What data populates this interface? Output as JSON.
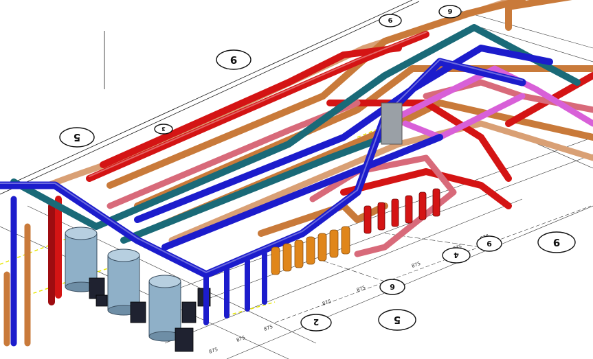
{
  "grid_bubbles": [
    {
      "label": "9"
    },
    {
      "label": "5"
    },
    {
      "label": "9"
    },
    {
      "label": "5"
    },
    {
      "label": "9"
    },
    {
      "label": "6"
    },
    {
      "label": "9"
    },
    {
      "label": "4"
    },
    {
      "label": "6"
    },
    {
      "label": "2"
    },
    {
      "label": "3"
    }
  ],
  "colors": {
    "supply_red": "#d41414",
    "dark_red": "#9e0c10",
    "blue": "#1c1ccc",
    "teal": "#1a6a78",
    "copper": "#c97a3a",
    "tan": "#d9a075",
    "pink": "#d86a7a",
    "magenta": "#d860d8",
    "orange": "#e0861a",
    "tank": "#8fb0c8",
    "pump": "#1f2230"
  }
}
